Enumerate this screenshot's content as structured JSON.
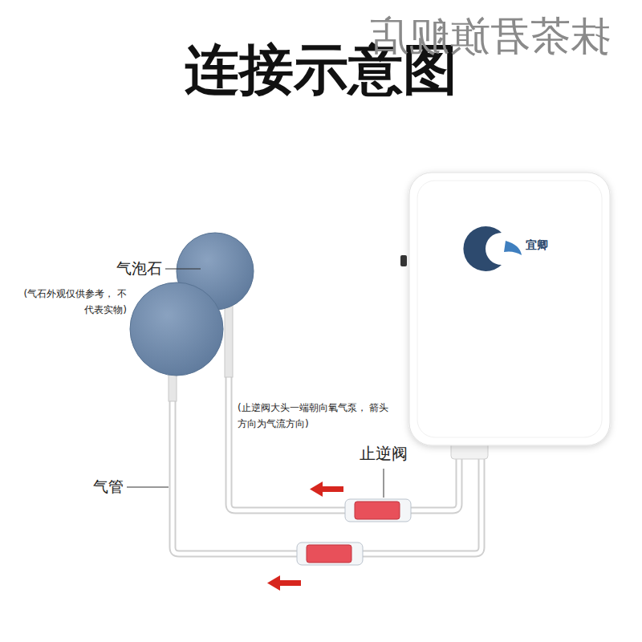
{
  "diagram": {
    "title": "连接示意图",
    "labels": [
      "抹茶君旗舰店",
      "宜卿",
      "气泡石",
      "(气石外观仅供参考， 不代表实物)",
      "(止逆阀大头一端朝向氧气泵， 箭头方向为气流方向)",
      "止逆阀",
      "气管"
    ]
  }
}
